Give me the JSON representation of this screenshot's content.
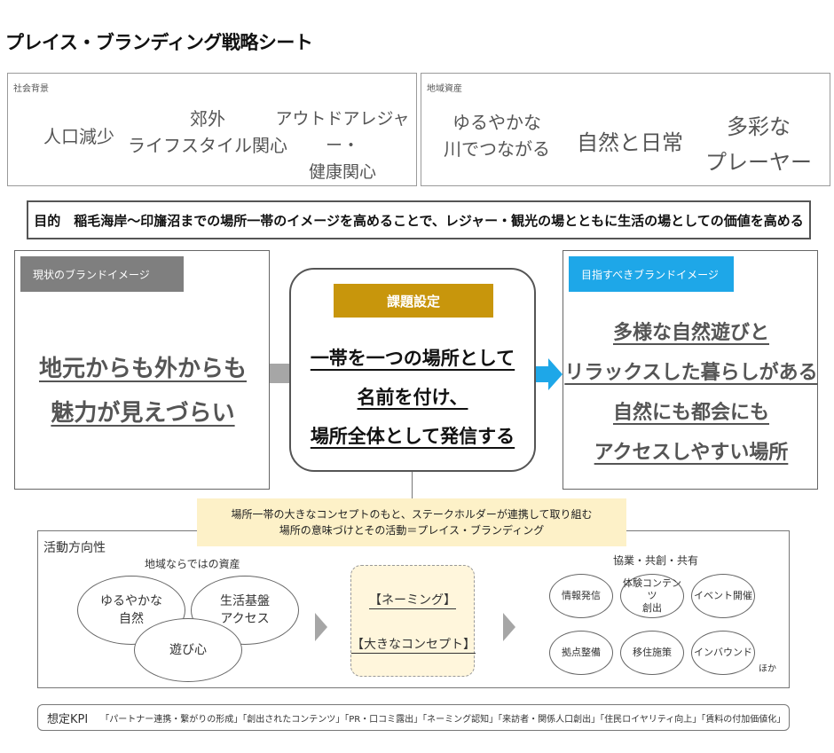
{
  "title": "プレイス・ブランディング戦略シート",
  "social": {
    "label": "社会背景",
    "items": [
      "人口減少",
      "郊外\nライフスタイル関心",
      "アウトドアレジャー・\n健康関心"
    ]
  },
  "resources": {
    "label": "地域資産",
    "items": [
      "ゆるやかな\n川でつながる",
      "自然と日常",
      "多彩な\nプレーヤー"
    ]
  },
  "purpose": "目的　稲毛海岸～印旛沼までの場所一帯のイメージを高めることで、レジャー・観光の場とともに生活の場としての価値を高める",
  "current": {
    "tag": "現状のブランドイメージ",
    "text": "地元からも外からも\n魅力が見えづらい"
  },
  "issue": {
    "tag": "課題設定",
    "text": "一帯を一つの場所として\n名前を付け、\n場所全体として発信する"
  },
  "target": {
    "tag": "目指すべきブランドイメージ",
    "text": "多様な自然遊びと\nリラックスした暮らしがある\n自然にも都会にも\nアクセスしやすい場所"
  },
  "concept_note": "場所一帯の大きなコンセプトのもと、ステークホルダーが連携して取り組む\n場所の意味づけとその活動＝プレイス・ブランディング",
  "activity": {
    "label": "活動方向性",
    "assets_label": "地域ならではの資産",
    "assets": [
      "ゆるやかな\n自然",
      "生活基盤\nアクセス",
      "遊び心"
    ],
    "naming": "【ネーミング】",
    "concept": "【大きなコンセプト】",
    "collab_label": "協業・共創・共有",
    "actions": [
      "情報発信",
      "体験コンテンツ\n創出",
      "イベント開催",
      "拠点整備",
      "移住施策",
      "インバウンド"
    ],
    "etc": "ほか"
  },
  "kpi": {
    "label": "想定KPI",
    "text": "「パートナー連携・繋がりの形成」「創出されたコンテンツ」「PR・口コミ露出」「ネーミング認知」「来訪者・関係人口創出」「住民ロイヤリティ向上」「賃料の付加価値化」"
  },
  "colors": {
    "gray_tag": "#7f7f7f",
    "gold": "#c8960c",
    "blue": "#1ea7e8",
    "note_bg": "#fdf1c8",
    "concept_bg": "#fff6dc"
  }
}
